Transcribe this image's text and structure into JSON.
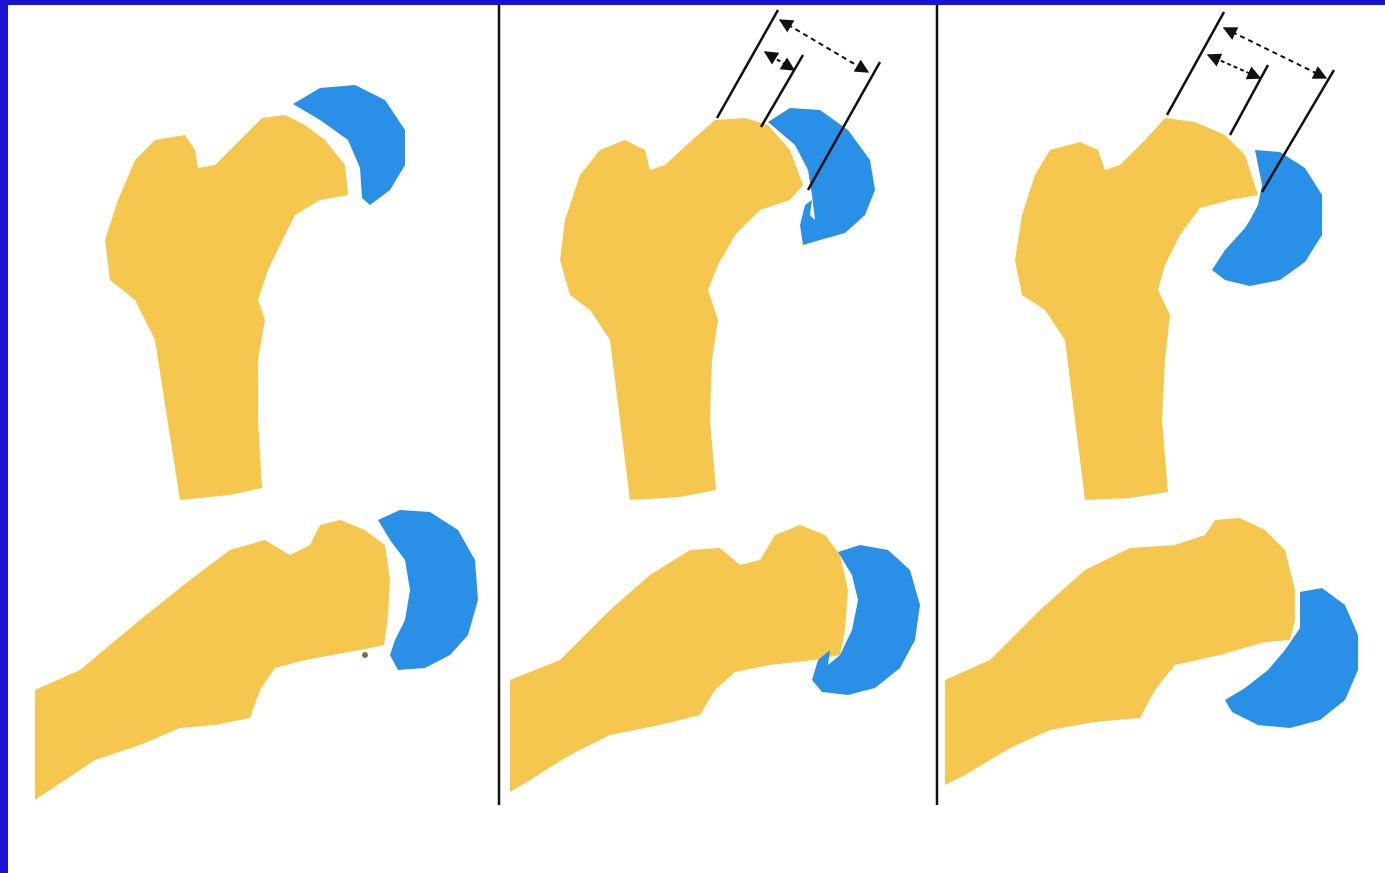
{
  "diagram": {
    "colors": {
      "background": "#1a10d8",
      "canvas": "#ffffff",
      "bone_shaft": "#f6c74e",
      "epiphysis": "#2a8fe6",
      "lines": "#111111"
    },
    "panels": [
      {
        "id": "panel-1",
        "views": [
          "anteroposterior",
          "lateral"
        ],
        "measurement_lines": false
      },
      {
        "id": "panel-2",
        "views": [
          "anteroposterior",
          "lateral"
        ],
        "measurement_lines": true
      },
      {
        "id": "panel-3",
        "views": [
          "anteroposterior",
          "lateral"
        ],
        "measurement_lines": true
      }
    ]
  }
}
